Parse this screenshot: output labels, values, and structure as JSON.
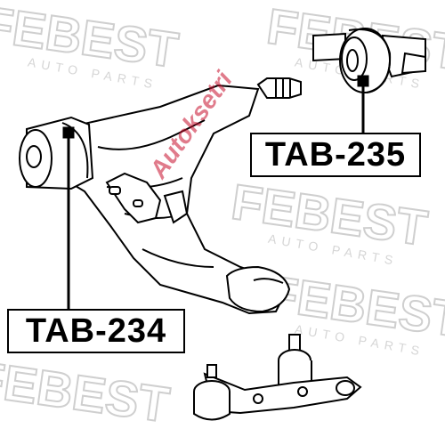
{
  "labels": {
    "part_a": "TAB-235",
    "part_b": "TAB-234"
  },
  "watermark": {
    "brand": "FEBEST",
    "tagline": "AUTO PARTS",
    "site": "Autoksetri"
  },
  "colors": {
    "line": "#000000",
    "watermark": "#c9c9c9",
    "site_watermark": "#c8102e"
  }
}
